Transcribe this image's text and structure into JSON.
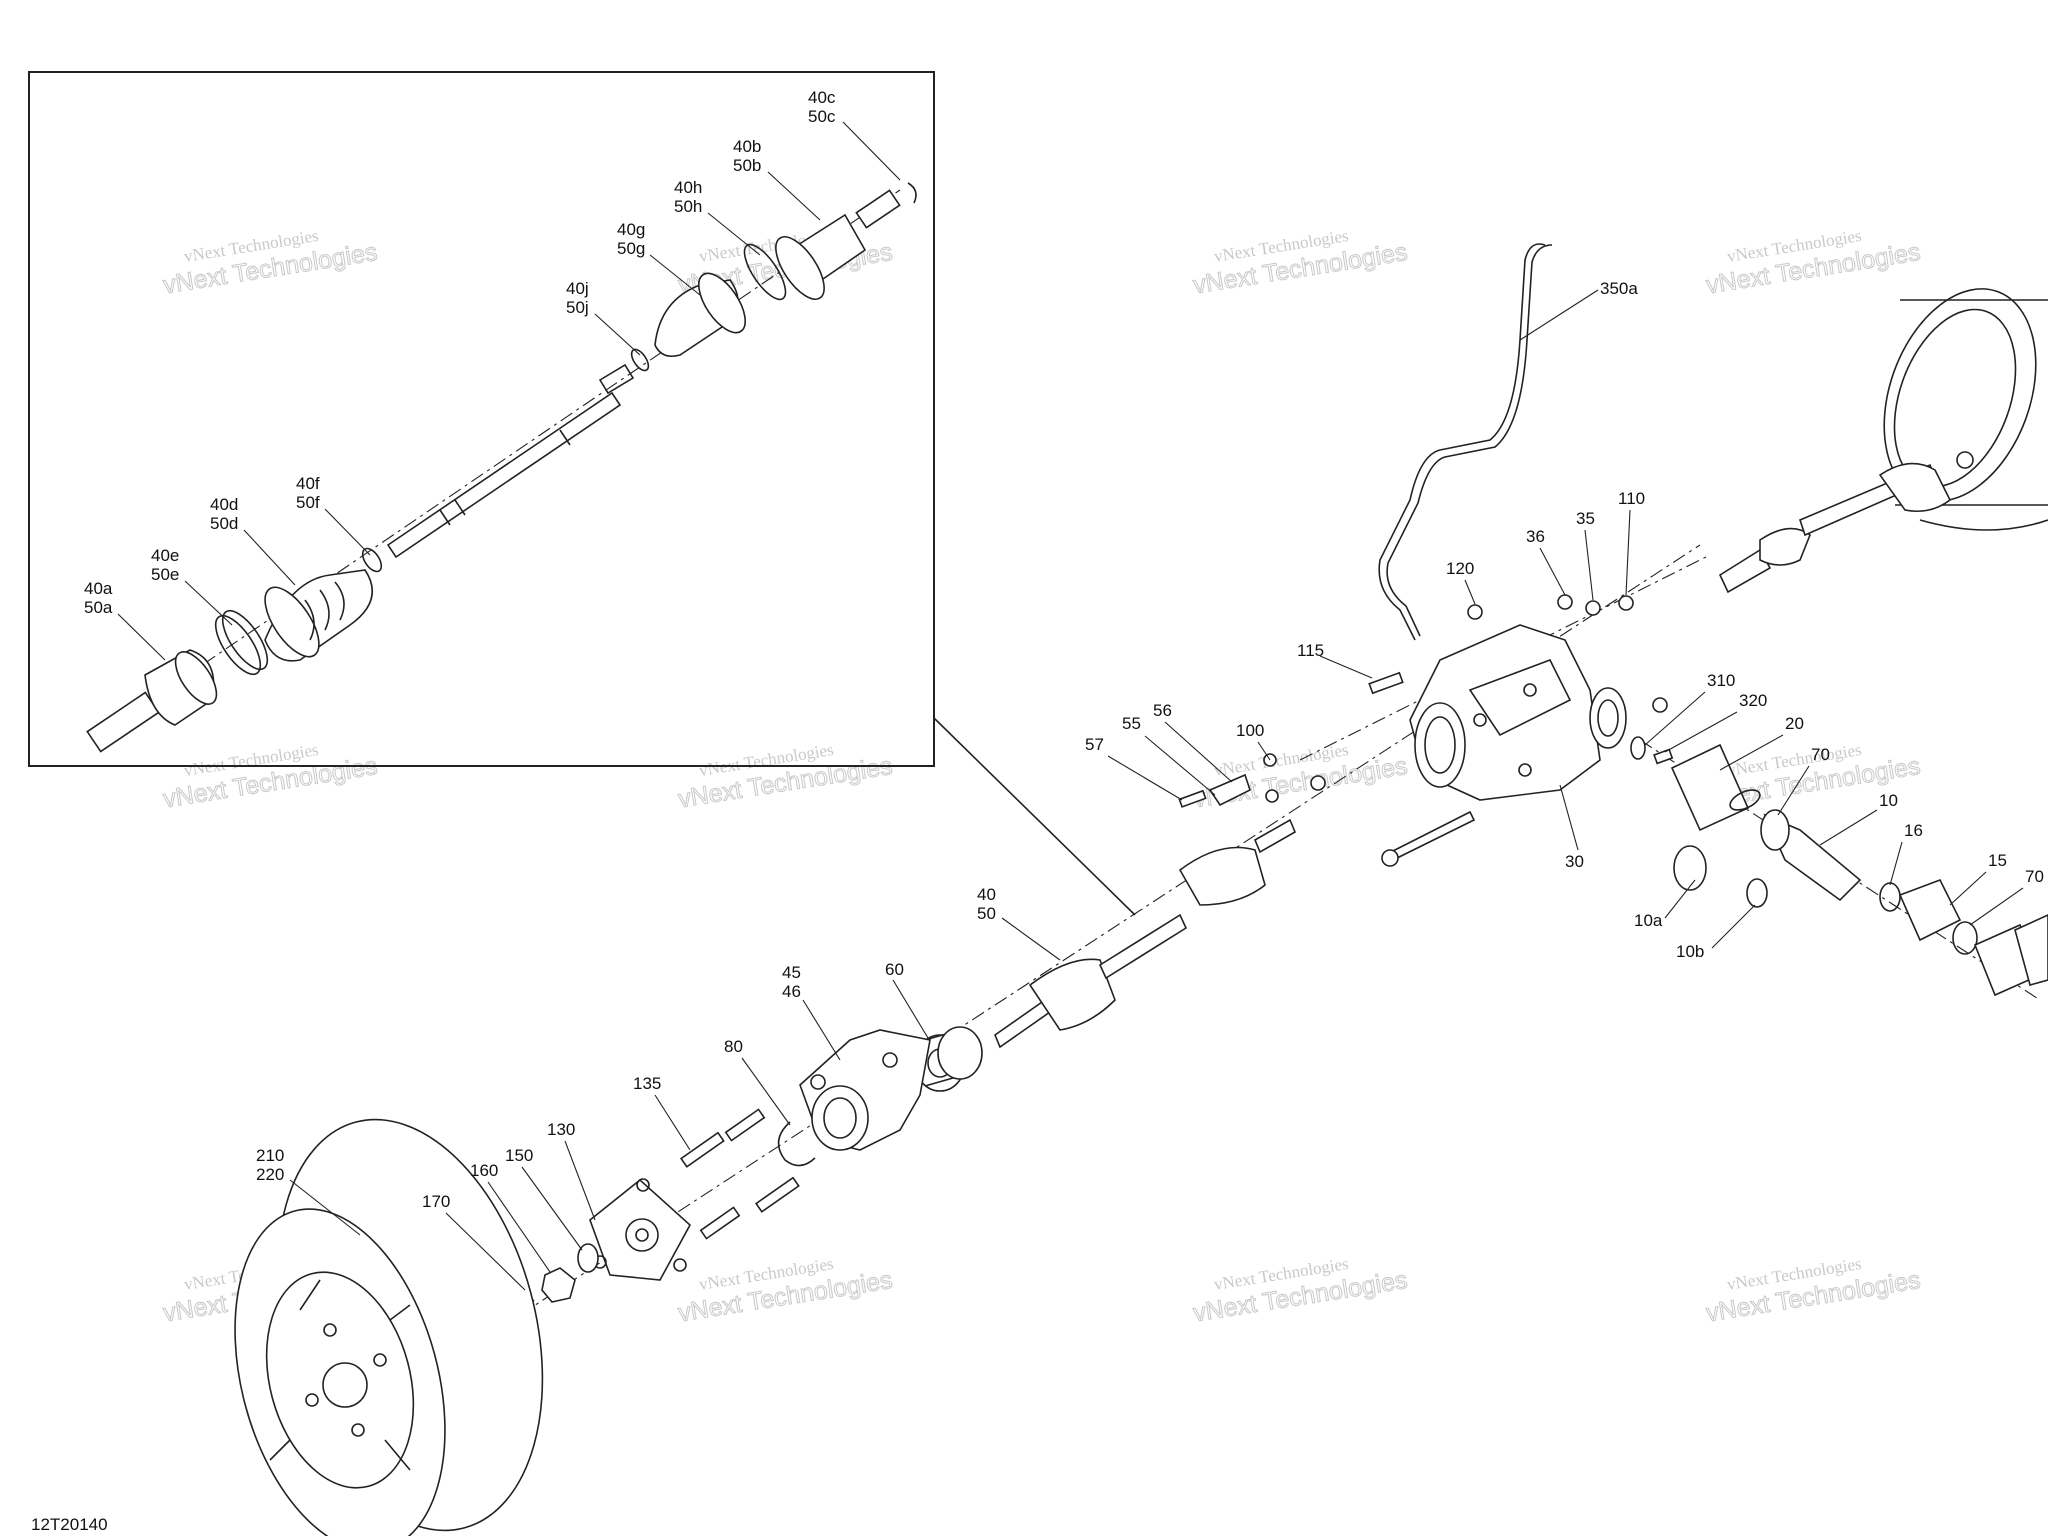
{
  "figure_id": "12T20140",
  "watermark": {
    "line1": "vNext Technologies",
    "line2": "vNext Technologies"
  },
  "inset_labels": [
    {
      "id": "40c-50c",
      "line1": "40c",
      "line2": "50c"
    },
    {
      "id": "40b-50b",
      "line1": "40b",
      "line2": "50b"
    },
    {
      "id": "40h-50h",
      "line1": "40h",
      "line2": "50h"
    },
    {
      "id": "40g-50g",
      "line1": "40g",
      "line2": "50g"
    },
    {
      "id": "40j-50j",
      "line1": "40j",
      "line2": "50j"
    },
    {
      "id": "40f-50f",
      "line1": "40f",
      "line2": "50f"
    },
    {
      "id": "40d-50d",
      "line1": "40d",
      "line2": "50d"
    },
    {
      "id": "40e-50e",
      "line1": "40e",
      "line2": "50e"
    },
    {
      "id": "40a-50a",
      "line1": "40a",
      "line2": "50a"
    }
  ],
  "callouts": [
    {
      "id": "350a",
      "text": "350a"
    },
    {
      "id": "110",
      "text": "110"
    },
    {
      "id": "35",
      "text": "35"
    },
    {
      "id": "36",
      "text": "36"
    },
    {
      "id": "120",
      "text": "120"
    },
    {
      "id": "115",
      "text": "115"
    },
    {
      "id": "310",
      "text": "310"
    },
    {
      "id": "320",
      "text": "320"
    },
    {
      "id": "20",
      "text": "20"
    },
    {
      "id": "70a",
      "text": "70"
    },
    {
      "id": "10",
      "text": "10"
    },
    {
      "id": "16",
      "text": "16"
    },
    {
      "id": "15",
      "text": "15"
    },
    {
      "id": "70b",
      "text": "70"
    },
    {
      "id": "10a",
      "text": "10a"
    },
    {
      "id": "10b",
      "text": "10b"
    },
    {
      "id": "30",
      "text": "30"
    },
    {
      "id": "100",
      "text": "100"
    },
    {
      "id": "56",
      "text": "56"
    },
    {
      "id": "55",
      "text": "55"
    },
    {
      "id": "57",
      "text": "57"
    },
    {
      "id": "60",
      "text": "60"
    },
    {
      "id": "80",
      "text": "80"
    },
    {
      "id": "135",
      "text": "135"
    },
    {
      "id": "130",
      "text": "130"
    },
    {
      "id": "150",
      "text": "150"
    },
    {
      "id": "160",
      "text": "160"
    },
    {
      "id": "170",
      "text": "170"
    }
  ],
  "stacked_callouts": [
    {
      "id": "40-50",
      "line1": "40",
      "line2": "50"
    },
    {
      "id": "45-46",
      "line1": "45",
      "line2": "46"
    },
    {
      "id": "210-220",
      "line1": "210",
      "line2": "220"
    }
  ]
}
